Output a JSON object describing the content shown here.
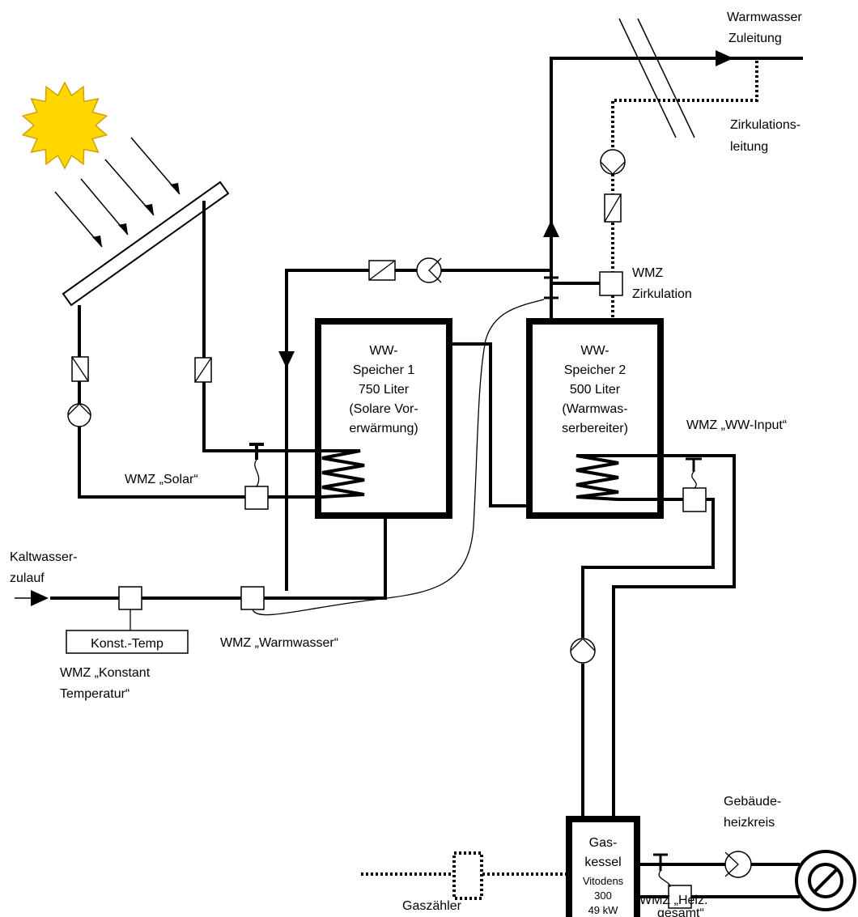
{
  "labels": {
    "warmwasser_zuleitung": [
      "Warmwasser",
      "Zuleitung"
    ],
    "zirkulationsleitung": [
      "Zirkulations-",
      "leitung"
    ],
    "wmz_zirkulation": [
      "WMZ",
      "Zirkulation"
    ],
    "speicher1": [
      "WW-",
      "Speicher 1",
      "750 Liter",
      "(Solare Vor-",
      "erwärmung)"
    ],
    "speicher2": [
      "WW-",
      "Speicher 2",
      "500 Liter",
      "(Warmwas-",
      "serbereiter)"
    ],
    "wmz_ww_input": "WMZ „WW-Input“",
    "wmz_solar": "WMZ „Solar“",
    "kaltwasserzulauf": [
      "Kaltwasser-",
      "zulauf"
    ],
    "konst_temp_box": "Konst.-Temp",
    "wmz_konstant": [
      "WMZ „Konstant",
      "Temperatur“"
    ],
    "wmz_warmwasser": "WMZ „Warmwasser“",
    "gebaeudeheizkreis": [
      "Gebäude-",
      "heizkreis"
    ],
    "gaskessel": [
      "Gas-",
      "kessel"
    ],
    "gaskessel_model": [
      "Vitodens",
      "300",
      "49 kW"
    ],
    "gaszaehler": "Gaszähler",
    "wmz_heiz_gesamt": [
      "WMZ „Heiz.",
      "gesamt“"
    ]
  },
  "colors": {
    "line": "#000000",
    "sun_fill": "#FFD700",
    "sun_stroke": "#D4A000",
    "background": "#FFFFFF"
  }
}
